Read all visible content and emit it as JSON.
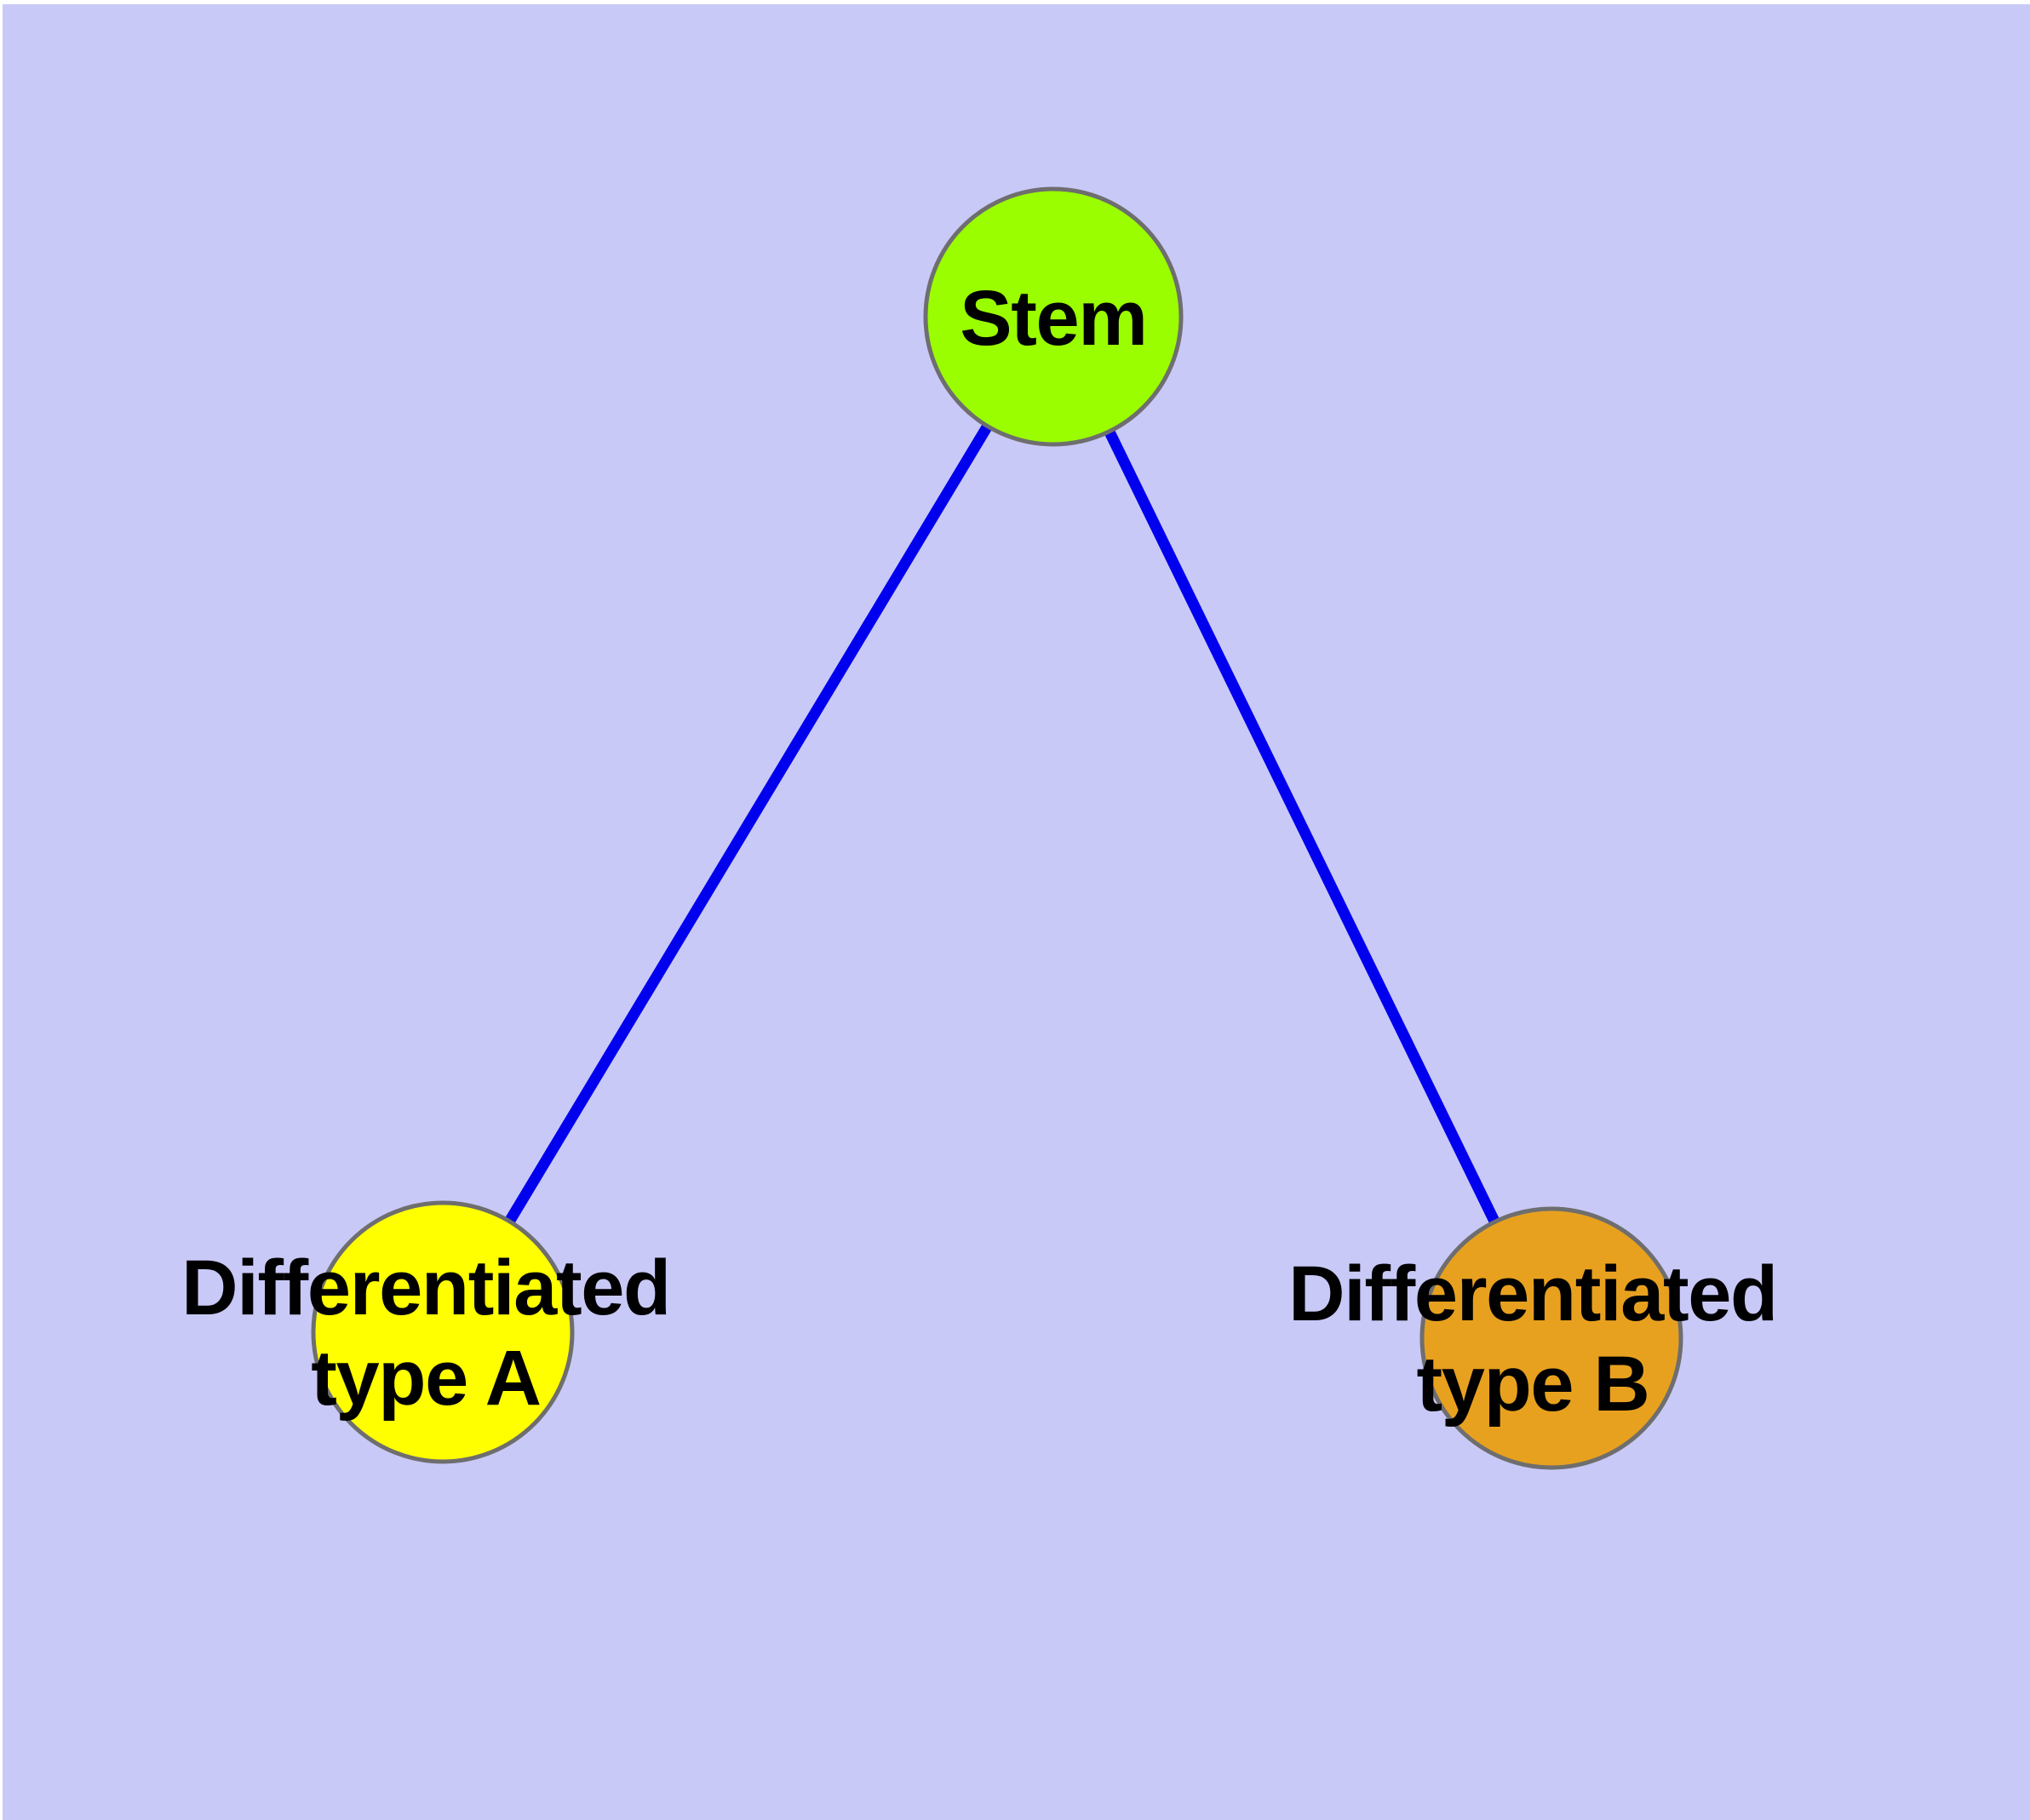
{
  "graph": {
    "background_color": "#C9C9F8",
    "margin_color": "#FFFFFF",
    "edge_color": "#0000EE",
    "node_border_color": "#6E6E6E",
    "text_color": "#000000",
    "nodes": [
      {
        "id": "stem",
        "label": "Stem",
        "color": "#9AFE00"
      },
      {
        "id": "differentiated-type-a",
        "label": "Differentiated type A",
        "label_line1": "Differentiated",
        "label_line2": "type A",
        "color": "#FFFF00"
      },
      {
        "id": "differentiated-type-b",
        "label": "Differentiated type B",
        "label_line1": "Differentiated",
        "label_line2": "type B",
        "color": "#E8A11F"
      }
    ],
    "edges": [
      {
        "from": "stem",
        "to": "differentiated-type-a"
      },
      {
        "from": "stem",
        "to": "differentiated-type-b"
      }
    ]
  }
}
